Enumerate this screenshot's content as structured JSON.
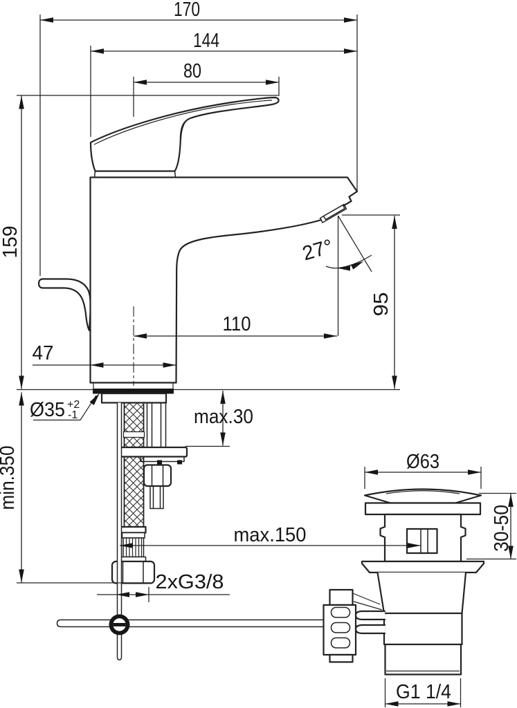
{
  "drawing": {
    "kind": "faucet-installation-dimension-drawing",
    "labels": {
      "overall_width": "170",
      "handle_span": "144",
      "handle_reach": "80",
      "handle_height": "159",
      "spout_angle": "27°",
      "spout_height": "95",
      "spout_reach": "110",
      "body_width": "47",
      "hole_dia": "Ø35",
      "hole_tol_plus": "+2",
      "hole_tol_minus": "-1",
      "deck_thickness": "max.30",
      "hose_length": "min.350",
      "waste_dia": "Ø63",
      "waste_height_range": "30-50",
      "rod_length": "max.150",
      "supply_connection": "2xG3/8",
      "waste_connection": "G1 1/4"
    }
  }
}
